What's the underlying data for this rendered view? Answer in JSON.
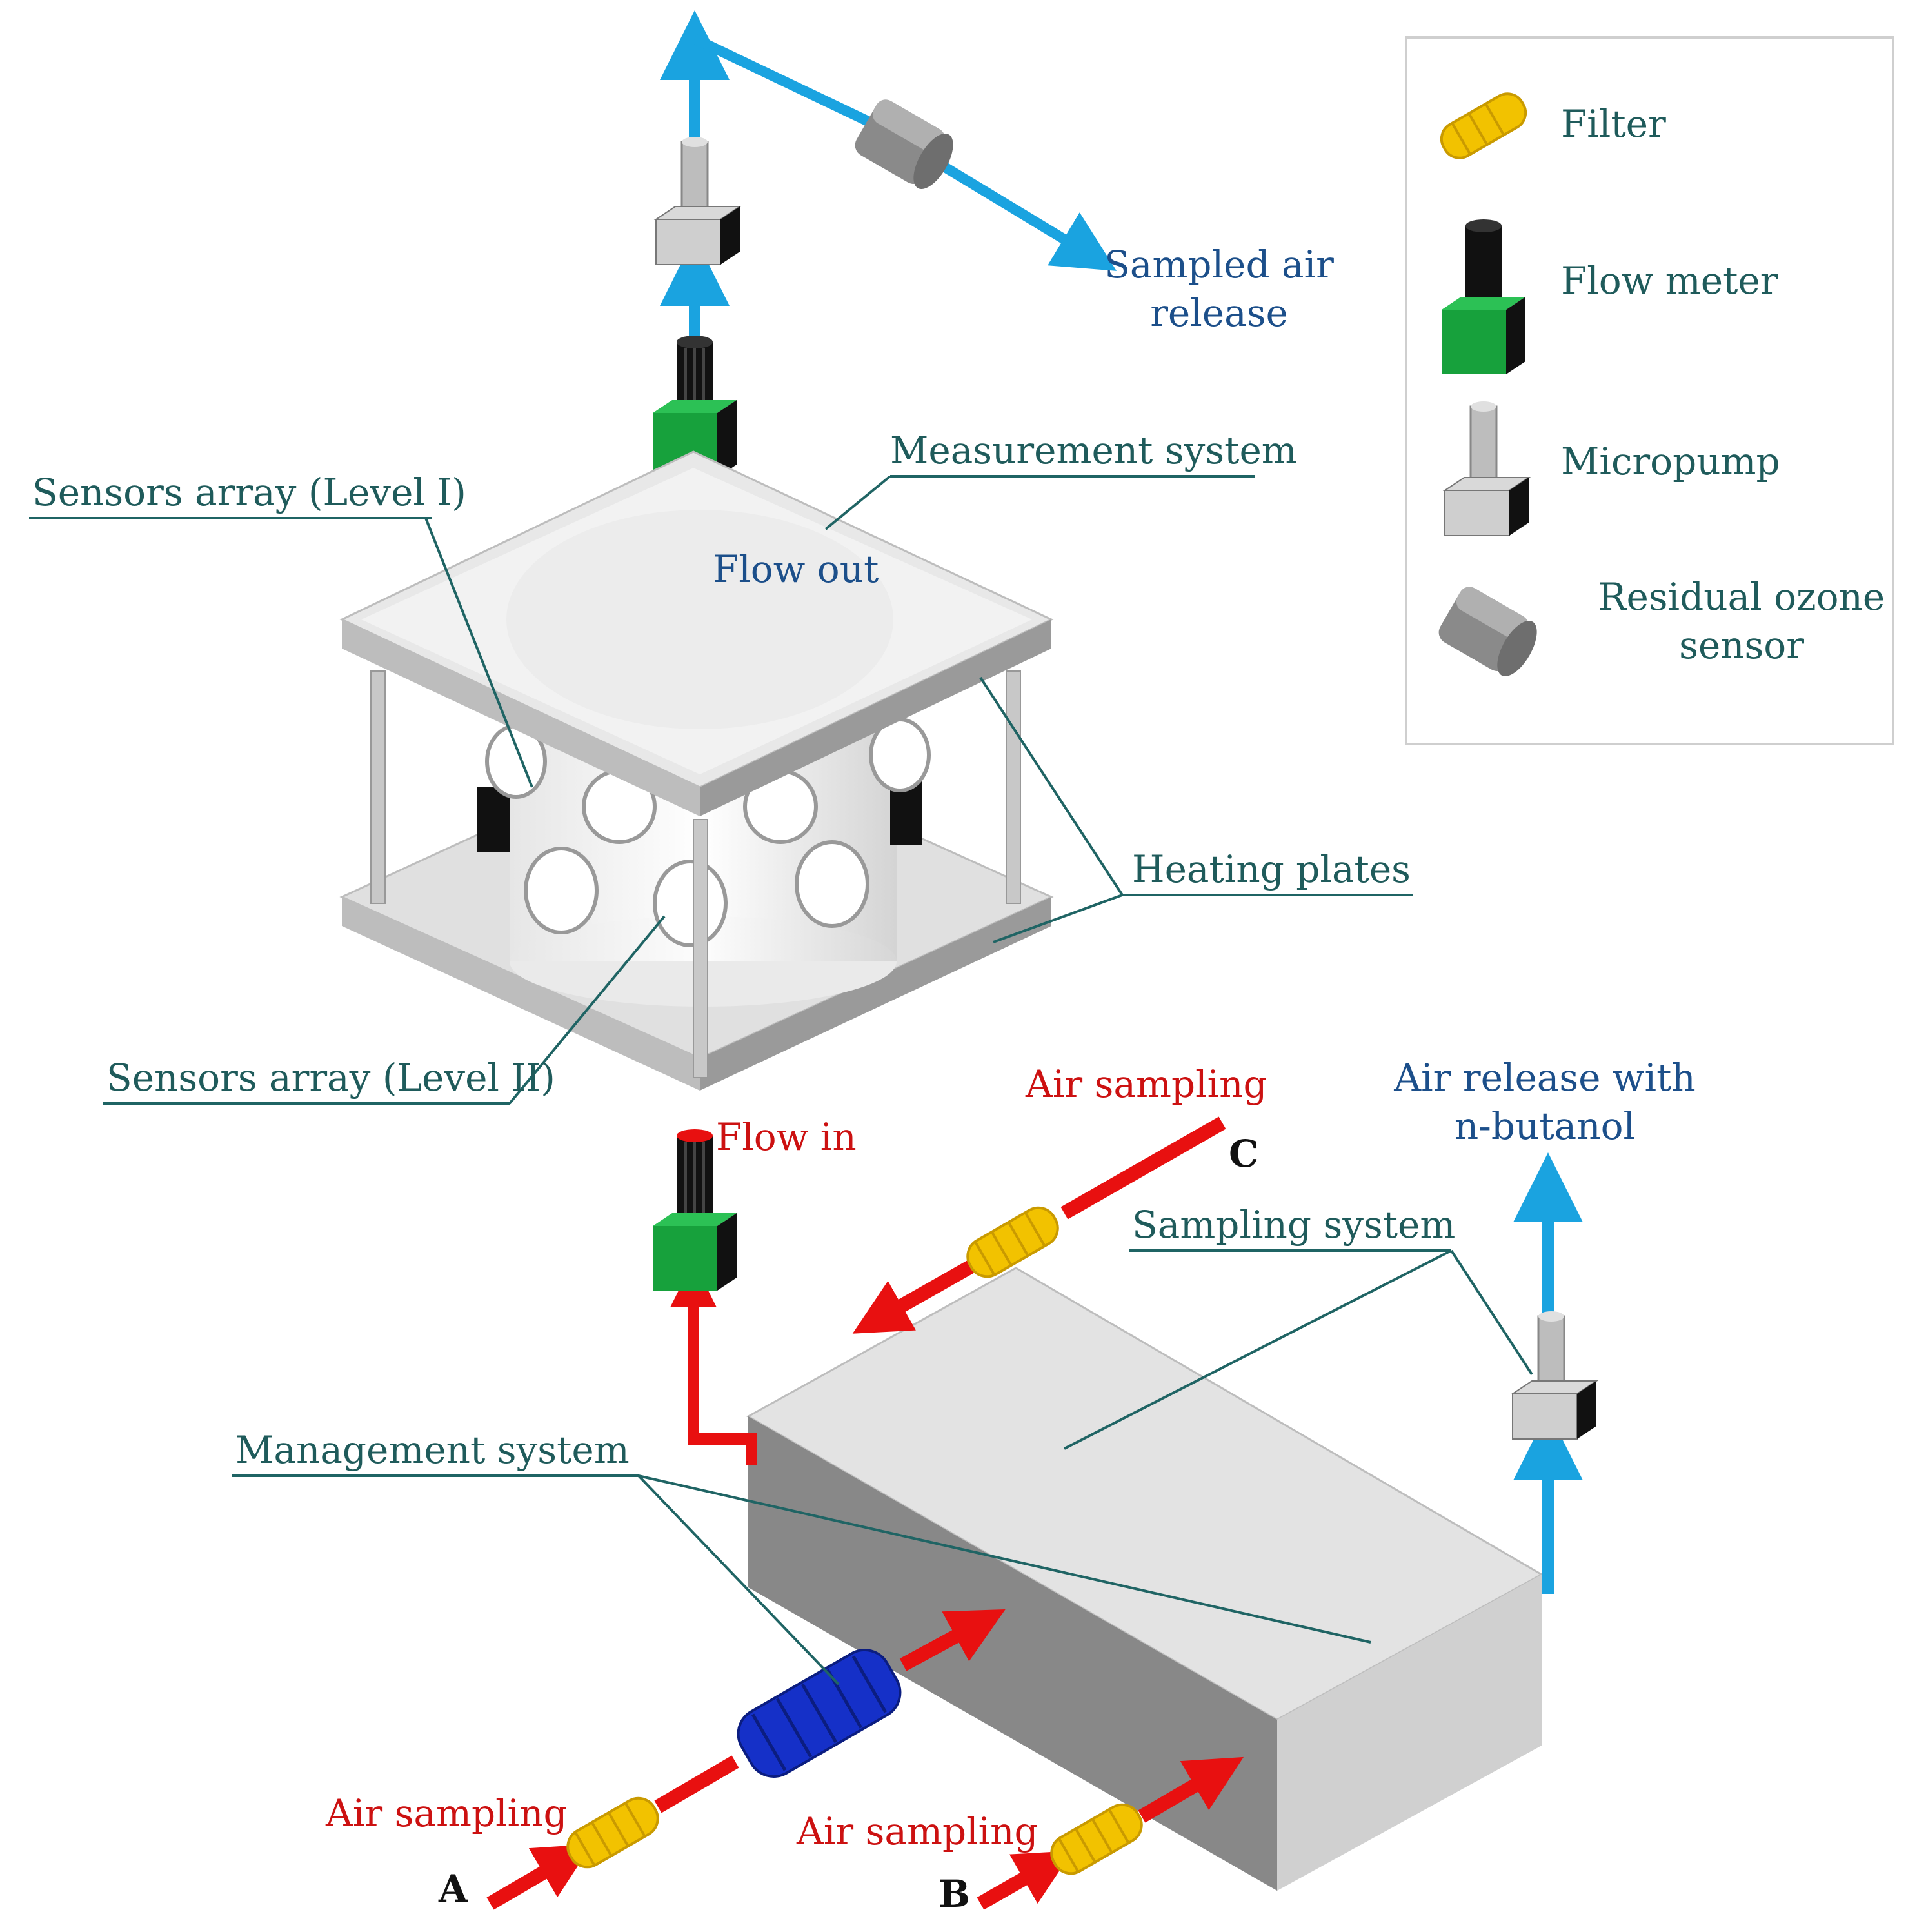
{
  "legend": {
    "filter": "Filter",
    "flow_meter": "Flow meter",
    "micropump": "Micropump",
    "ozone_line1": "Residual ozone",
    "ozone_line2": "sensor"
  },
  "labels": {
    "sampled_air_line1": "Sampled air",
    "sampled_air_line2": "release",
    "measurement_system": "Measurement system",
    "sensors_level1": "Sensors array (Level I)",
    "flow_out": "Flow out",
    "heating_plates": "Heating plates",
    "sensors_level2": "Sensors array (Level II)",
    "flow_in": "Flow in",
    "air_sampling_c": "Air sampling",
    "letter_c": "C",
    "air_release_line1": "Air release with",
    "air_release_line2": "n-butanol",
    "sampling_system": "Sampling system",
    "management_system": "Management system",
    "air_sampling_a": "Air sampling",
    "letter_a": "A",
    "air_sampling_b": "Air sampling",
    "letter_b": "B"
  },
  "colors": {
    "blue_flow": "#1aa3e0",
    "red_flow": "#e81010",
    "filter_yellow": "#f2c200",
    "flow_meter_green": "#17a13c",
    "ozone_filter_blue": "#1530c8",
    "label_teal": "#1f5b5b",
    "label_blue": "#1c4f8a",
    "label_red": "#cc1111"
  }
}
